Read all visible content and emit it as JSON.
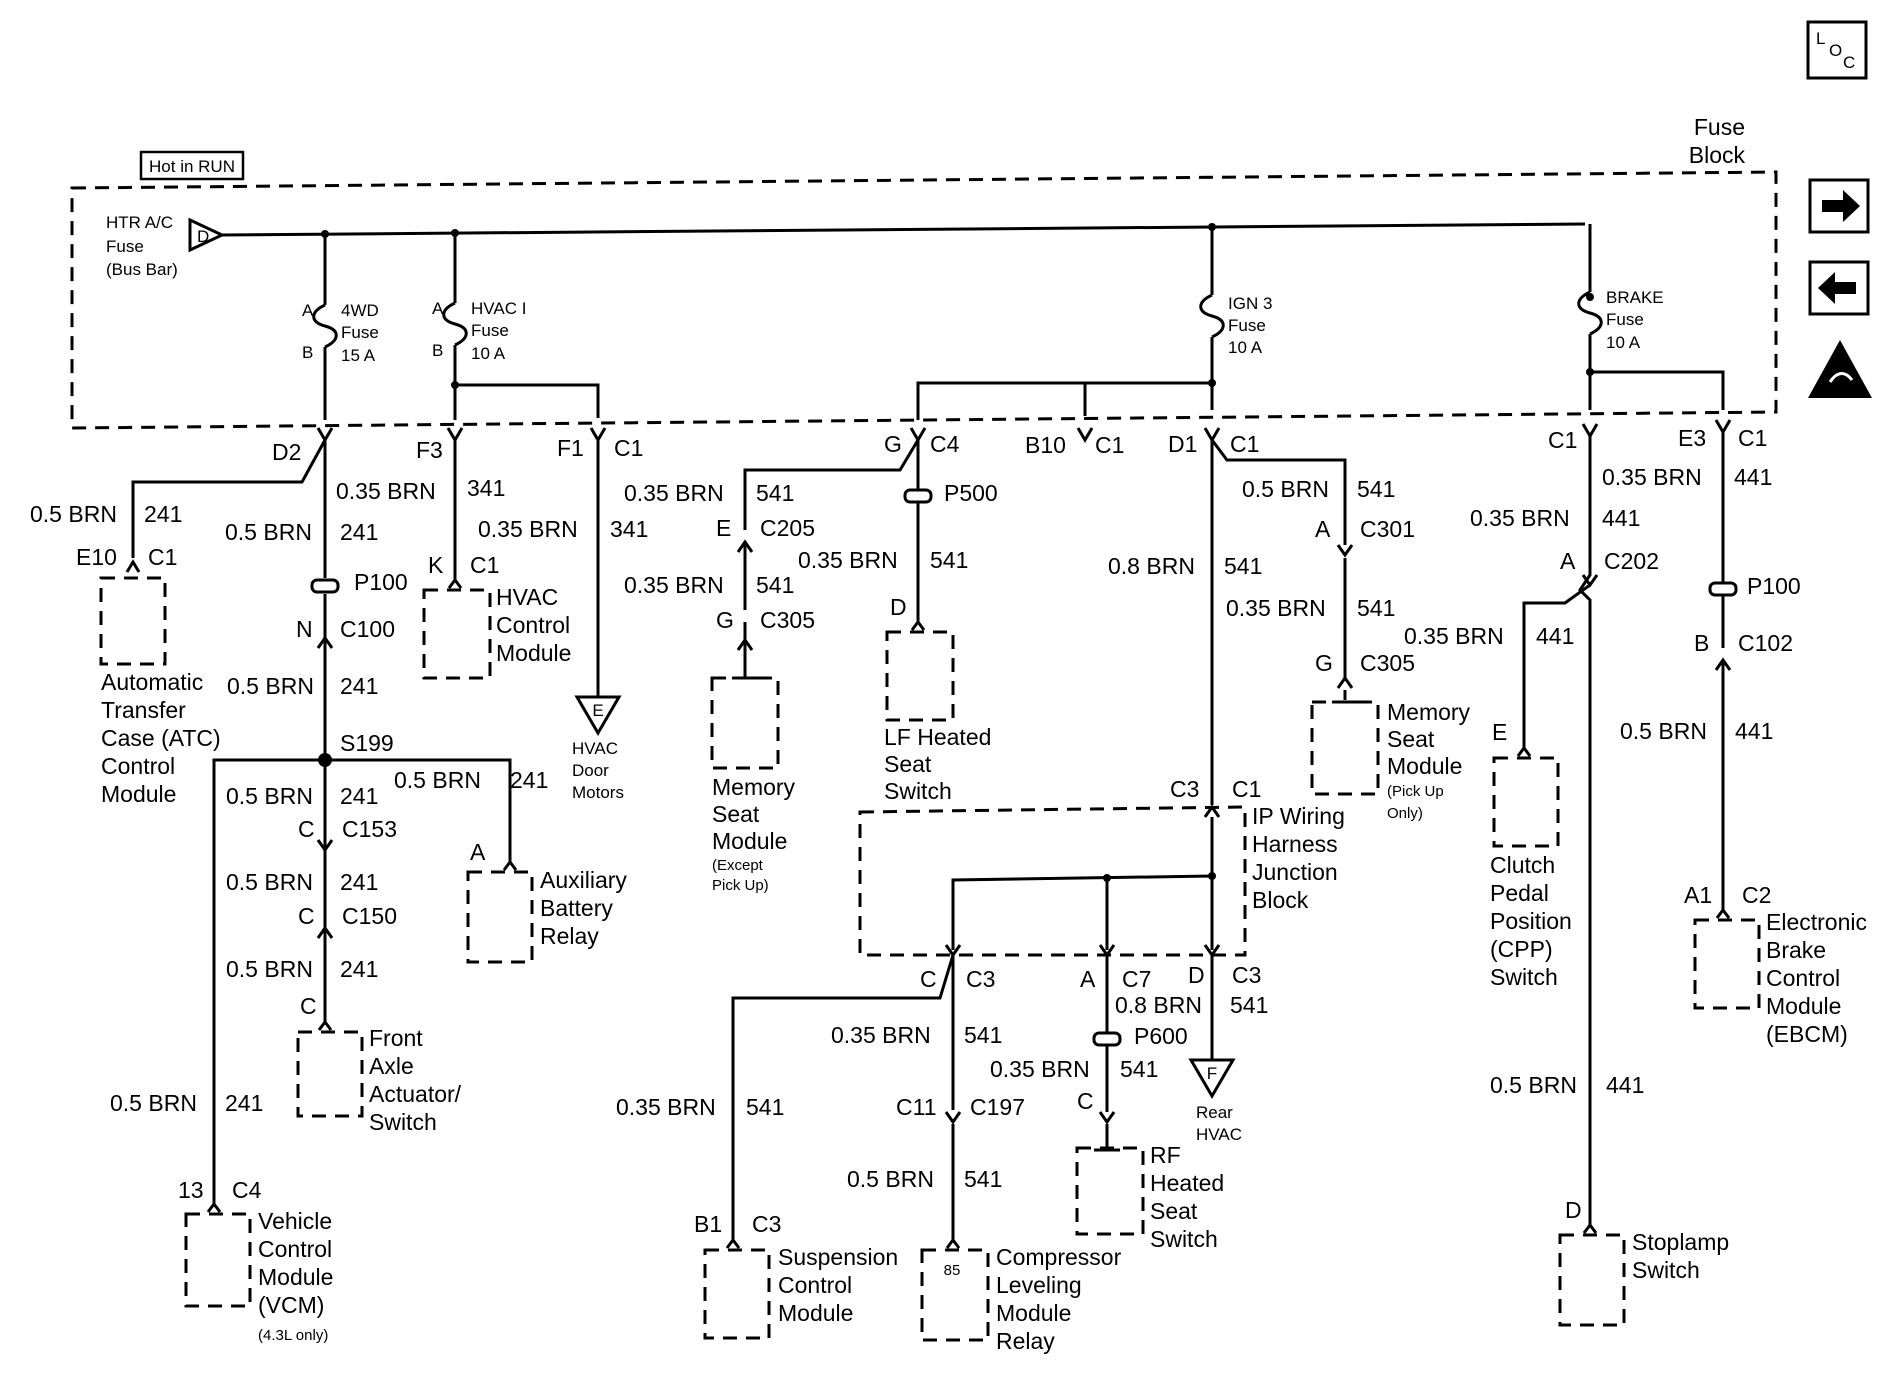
{
  "fuse_block": {
    "line1": "Fuse",
    "line2": "Block",
    "hot_label": "Hot in RUN"
  },
  "bus": {
    "line1": "HTR A/C",
    "line2": "Fuse",
    "line3": "(Bus Bar)",
    "conn": "D"
  },
  "fuses": {
    "fwd": {
      "l1": "4WD",
      "l2": "Fuse",
      "l3": "15 A",
      "a": "A",
      "b": "B"
    },
    "hvac": {
      "l1": "HVAC I",
      "l2": "Fuse",
      "l3": "10 A",
      "a": "A",
      "b": "B"
    },
    "ign": {
      "l1": "IGN 3",
      "l2": "Fuse",
      "l3": "10 A"
    },
    "brake": {
      "l1": "BRAKE",
      "l2": "Fuse",
      "l3": "10 A"
    }
  },
  "nav": {
    "loc_l": "L",
    "loc_o": "O",
    "loc_c": "C"
  },
  "labels": {
    "D2": "D2",
    "F3": "F3",
    "F1": "F1",
    "C1": "C1",
    "G": "G",
    "C4": "C4",
    "B10": "B10",
    "D1": "D1",
    "E3": "E3",
    "brn05": "0.5 BRN",
    "brn035": "0.35 BRN",
    "brn08": "0.8 BRN",
    "c241": "241",
    "c341": "341",
    "c541": "541",
    "c441": "441",
    "E10": "E10",
    "P100": "P100",
    "N": "N",
    "C100": "C100",
    "K": "K",
    "E": "E",
    "C205": "C205",
    "C305": "C305",
    "P500": "P500",
    "D": "D",
    "A": "A",
    "C301": "C301",
    "C202": "C202",
    "B": "B",
    "C102": "C102",
    "S199": "S199",
    "C": "C",
    "C153": "C153",
    "C150": "C150",
    "C3": "C3",
    "A1": "A1",
    "C2": "C2",
    "C7": "C7",
    "P600": "P600",
    "C11": "C11",
    "C197": "C197",
    "n13": "13",
    "B1": "B1",
    "n85": "85",
    "F": "F"
  },
  "components": {
    "atc": [
      "Automatic",
      "Transfer",
      "Case (ATC)",
      "Control",
      "Module"
    ],
    "hvac_mod": [
      "HVAC",
      "Control",
      "Module"
    ],
    "hvac_door": [
      "HVAC",
      "Door",
      "Motors"
    ],
    "mem_seat": [
      "Memory",
      "Seat",
      "Module"
    ],
    "mem_seat_note": [
      "(Except",
      "Pick Up)"
    ],
    "lf_seat": [
      "LF Heated",
      "Seat",
      "Switch"
    ],
    "mem_seat2": [
      "Memory",
      "Seat",
      "Module"
    ],
    "mem_seat2_note": [
      "(Pick Up",
      "Only)"
    ],
    "ip_block": [
      "IP Wiring",
      "Harness",
      "Junction",
      "Block"
    ],
    "cpp": [
      "Clutch",
      "Pedal",
      "Position",
      "(CPP)",
      "Switch"
    ],
    "ebcm": [
      "Electronic",
      "Brake",
      "Control",
      "Module",
      "(EBCM)"
    ],
    "aux_relay": [
      "Auxiliary",
      "Battery",
      "Relay"
    ],
    "front_axle": [
      "Front",
      "Axle",
      "Actuator/",
      "Switch"
    ],
    "vcm": [
      "Vehicle",
      "Control",
      "Module",
      "(VCM)"
    ],
    "vcm_note": "(4.3L only)",
    "susp": [
      "Suspension",
      "Control",
      "Module"
    ],
    "compressor": [
      "Compressor",
      "Leveling",
      "Module",
      "Relay"
    ],
    "rf_seat": [
      "RF",
      "Heated",
      "Seat",
      "Switch"
    ],
    "rear_hvac": [
      "Rear",
      "HVAC"
    ],
    "stoplamp": [
      "Stoplamp",
      "Switch"
    ]
  }
}
